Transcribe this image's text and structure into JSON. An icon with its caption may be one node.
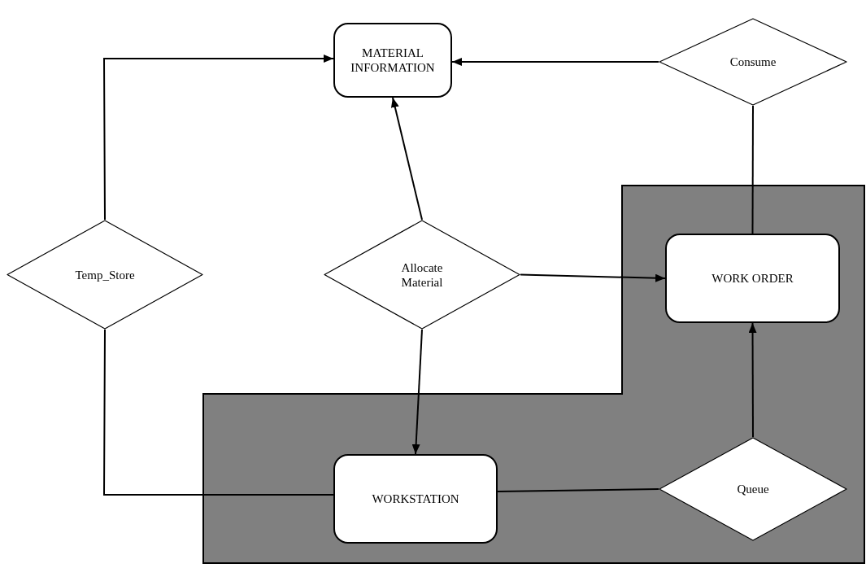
{
  "diagram": {
    "nodes": [
      {
        "text": [
          "MATERIAL INFORMATION"
        ]
      },
      {
        "text": [
          "Consume"
        ]
      },
      {
        "text": [
          "Temp_Store"
        ]
      },
      {
        "text": [
          "Allocate Material"
        ]
      },
      {
        "text": [
          "WORK ORDER"
        ]
      },
      {
        "text": [
          "WORKSTATION"
        ]
      },
      {
        "text": [
          "Queue"
        ]
      }
    ],
    "edges": [
      {
        "from": 2,
        "to": 0,
        "arrow": "to"
      },
      {
        "from": 3,
        "to": 0,
        "arrow": "to"
      },
      {
        "from": 1,
        "to": 0,
        "arrow": "to"
      },
      {
        "from": 1,
        "to": 4,
        "arrow": "none"
      },
      {
        "from": 3,
        "to": 4,
        "arrow": "to"
      },
      {
        "from": 3,
        "to": 5,
        "arrow": "to"
      },
      {
        "from": 2,
        "to": 5,
        "arrow": "none"
      },
      {
        "from": 5,
        "to": 6,
        "arrow": "none"
      },
      {
        "from": 6,
        "to": 4,
        "arrow": "to"
      }
    ]
  }
}
